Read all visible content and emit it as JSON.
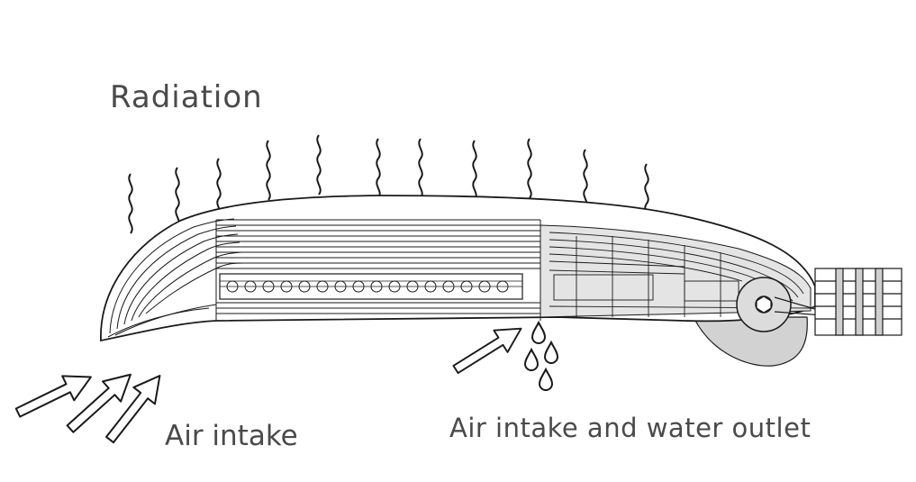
{
  "labels": {
    "radiation": "Radiation",
    "air_intake": "Air intake",
    "air_intake_water_outlet": "Air intake and water outlet"
  },
  "colors": {
    "line": "#1a1a1a",
    "text": "#4a4a4a",
    "fill_light": "#d9d9d9",
    "fill_mid": "#c8c8c8"
  },
  "icons": {
    "radiation_wave": "wavy-line-icon",
    "airflow": "hollow-arrow-icon",
    "water": "droplet-icon"
  }
}
